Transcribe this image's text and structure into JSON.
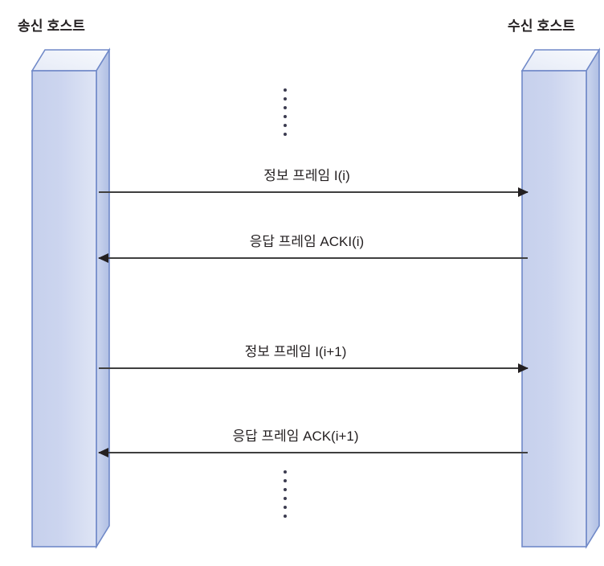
{
  "diagram": {
    "type": "sequence-diagram",
    "title_colors": {
      "text": "#231f20",
      "arrow": "#3f3f3f",
      "box_front": "#ccd5ef",
      "box_side": "#b5c3e6",
      "box_top": "#eef1f9",
      "box_outline": "#7089c8",
      "dot": "#3c3c50"
    },
    "hosts": [
      {
        "id": "sender",
        "label": "송신 호스트"
      },
      {
        "id": "receiver",
        "label": "수신 호스트"
      }
    ],
    "ellipsis_glyph": "⋮",
    "ellipsis_dot_count": 6,
    "ellipses": [
      {
        "id": "top",
        "position": "above-first-message"
      },
      {
        "id": "bottom",
        "position": "below-last-message"
      }
    ],
    "messages": [
      {
        "id": "msg-1",
        "label": "정보 프레임 I(i)",
        "direction": "right",
        "from": "송신 호스트",
        "to": "수신 호스트"
      },
      {
        "id": "msg-2",
        "label": "응답 프레임 ACKI(i)",
        "direction": "left",
        "from": "수신 호스트",
        "to": "송신 호스트"
      },
      {
        "id": "msg-3",
        "label": "정보 프레임 I(i+1)",
        "direction": "right",
        "from": "송신 호스트",
        "to": "수신 호스트"
      },
      {
        "id": "msg-4",
        "label": "응답 프레임 ACK(i+1)",
        "direction": "left",
        "from": "수신 호스트",
        "to": "송신 호스트"
      }
    ]
  }
}
